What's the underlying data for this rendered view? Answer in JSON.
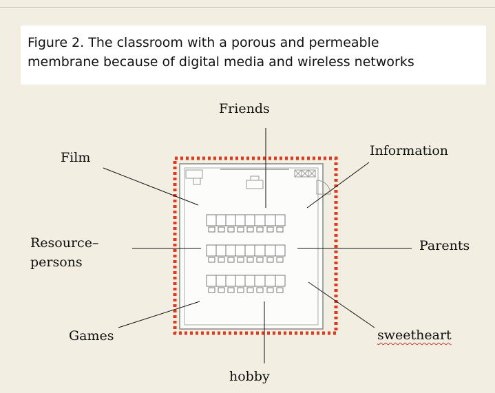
{
  "figure": {
    "caption_line1": "Figure 2. The classroom with a porous and permeable",
    "caption_line2": "membrane because of digital media and wireless networks"
  },
  "labels": {
    "friends": "Friends",
    "film": "Film",
    "information": "Information",
    "resource_line1": "Resource–",
    "resource_line2": "persons",
    "parents": "Parents",
    "games": "Games",
    "sweetheart": "sweetheart",
    "hobby": "hobby"
  },
  "colors": {
    "membrane": "#e03a1e",
    "background": "#f3eee2",
    "caption_bg": "#ffffff",
    "spelling_underline": "#d43a2a"
  }
}
